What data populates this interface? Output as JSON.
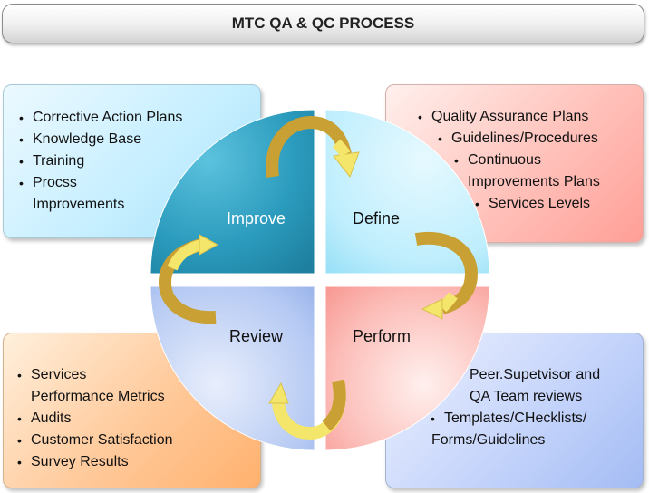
{
  "title": "MTC QA & QC PROCESS",
  "quadrants": {
    "improve": "Improve",
    "define": "Define",
    "review": "Review",
    "perform": "Perform"
  },
  "boxes": {
    "top_left": [
      "Corrective Action Plans",
      "Knowledge Base",
      "Training",
      "Procss",
      "Improvements"
    ],
    "top_right": [
      "Quality Assurance Plans",
      "Guidelines/Procedures",
      "Continuous",
      "Improvements  Plans",
      "Services Levels"
    ],
    "bottom_left": [
      "Services",
      "Performance  Metrics",
      "Audits",
      "Customer Satisfaction",
      "Survey Results"
    ],
    "bottom_right": [
      "Peer.Supetvisor and",
      "QA Team reviews",
      "Templates/CHecklists/",
      "Forms/Guidelines"
    ]
  },
  "colors": {
    "improve": "#2c9dbf",
    "define": "#c4f0fd",
    "review": "#b3c8f3",
    "perform": "#fbb6b1",
    "arrow_gold": "#c9a033",
    "arrow_yellow": "#f4e66a"
  }
}
